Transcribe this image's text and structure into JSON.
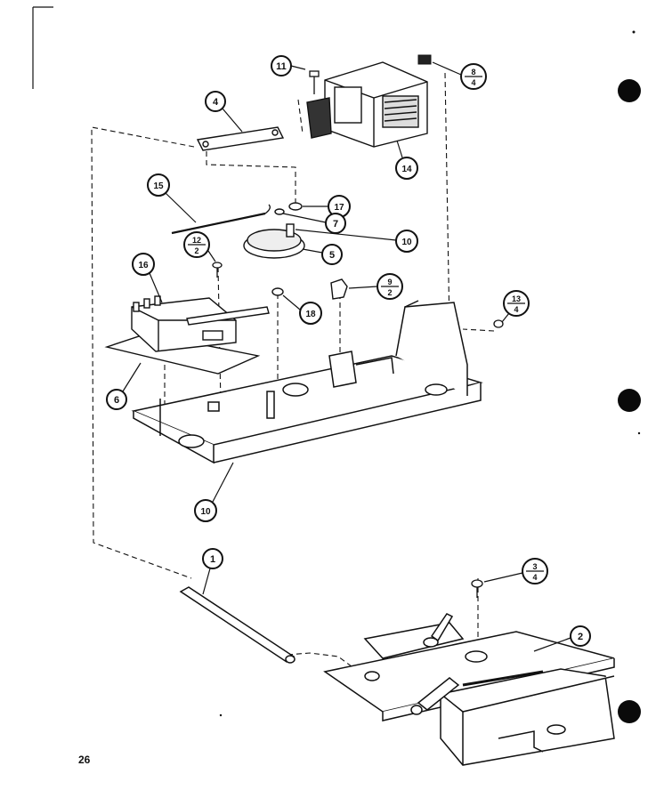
{
  "page_number": "26",
  "callouts": [
    {
      "id": "c11",
      "label": "11"
    },
    {
      "id": "c8-4",
      "top": "8",
      "bottom": "4"
    },
    {
      "id": "c4",
      "label": "4"
    },
    {
      "id": "c14",
      "label": "14"
    },
    {
      "id": "c15",
      "label": "15"
    },
    {
      "id": "c17",
      "label": "17"
    },
    {
      "id": "c7",
      "label": "7"
    },
    {
      "id": "c10a",
      "label": "10"
    },
    {
      "id": "c5",
      "label": "5"
    },
    {
      "id": "c16",
      "label": "16"
    },
    {
      "id": "c12-2",
      "top": "12",
      "bottom": "2"
    },
    {
      "id": "c9-2",
      "top": "9",
      "bottom": "2"
    },
    {
      "id": "c13-4",
      "top": "13",
      "bottom": "4"
    },
    {
      "id": "c18",
      "label": "18"
    },
    {
      "id": "c6",
      "label": "6"
    },
    {
      "id": "c10b",
      "label": "10"
    },
    {
      "id": "c1",
      "label": "1"
    },
    {
      "id": "c3-4",
      "top": "3",
      "bottom": "4"
    },
    {
      "id": "c2",
      "label": "2"
    }
  ],
  "colors": {
    "ink": "#111111",
    "paper": "#ffffff",
    "hole": "#0a0a0a"
  }
}
